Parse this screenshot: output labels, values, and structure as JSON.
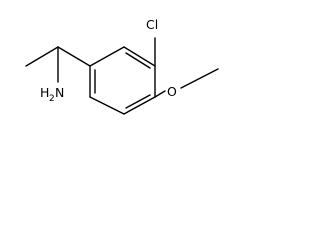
{
  "molecule": {
    "atoms": {
      "chlorine": "Cl",
      "oxygen": "O",
      "amine": {
        "symbol": "H",
        "subscript": "2",
        "suffix": "N"
      }
    },
    "colors": {
      "bond": "#000000",
      "text": "#000000",
      "background": "#ffffff"
    }
  }
}
